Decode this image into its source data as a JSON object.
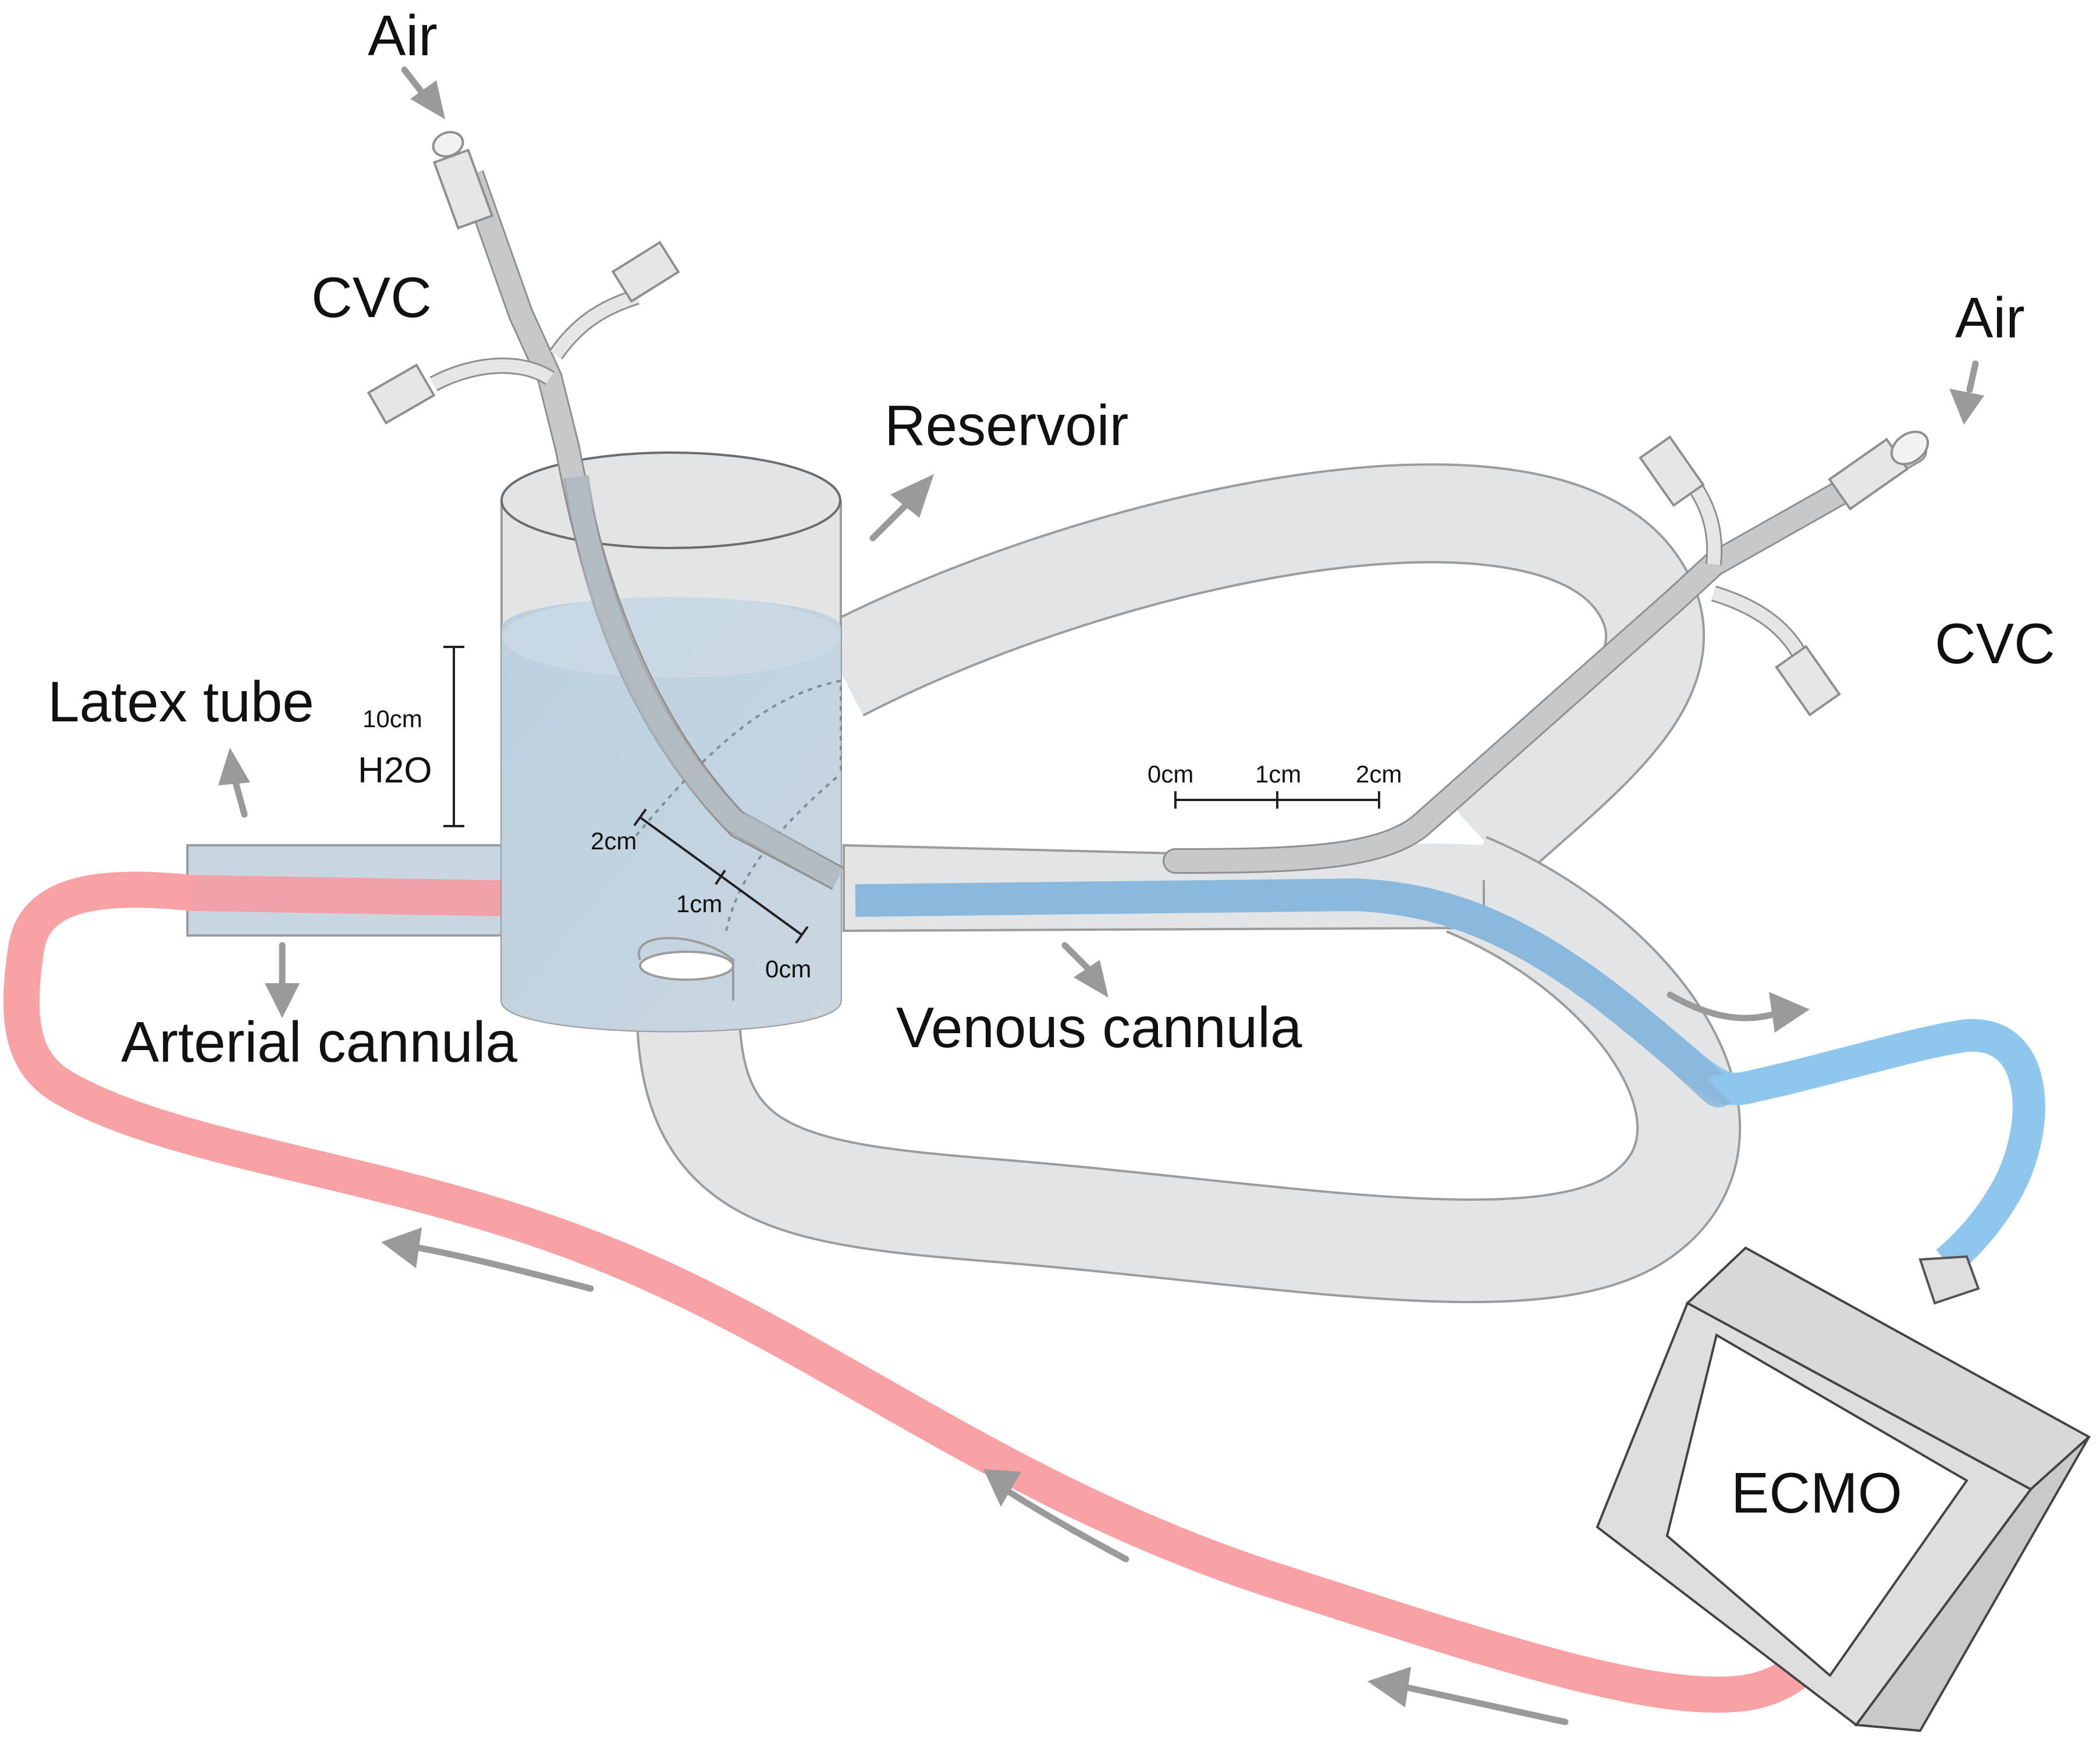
{
  "labels": {
    "air_top": "Air",
    "air_right": "Air",
    "cvc_left": "CVC",
    "cvc_right": "CVC",
    "reservoir": "Reservoir",
    "latex_tube": "Latex tube",
    "arterial_cannula": "Arterial cannula",
    "venous_cannula": "Venous cannula",
    "ecmo": "ECMO"
  },
  "level_scale": {
    "value": "10cm",
    "unit": "H2O"
  },
  "diag_scale": {
    "t0": "0cm",
    "t1": "1cm",
    "t2": "2cm"
  },
  "horiz_scale": {
    "t0": "0cm",
    "t1": "1cm",
    "t2": "2cm"
  },
  "colors": {
    "arterial": "#f8a2a6",
    "venous": "#8ec6ee",
    "tube": "#e3e4e5",
    "water": "#bcd0de",
    "arrow": "#9a9a9a"
  }
}
